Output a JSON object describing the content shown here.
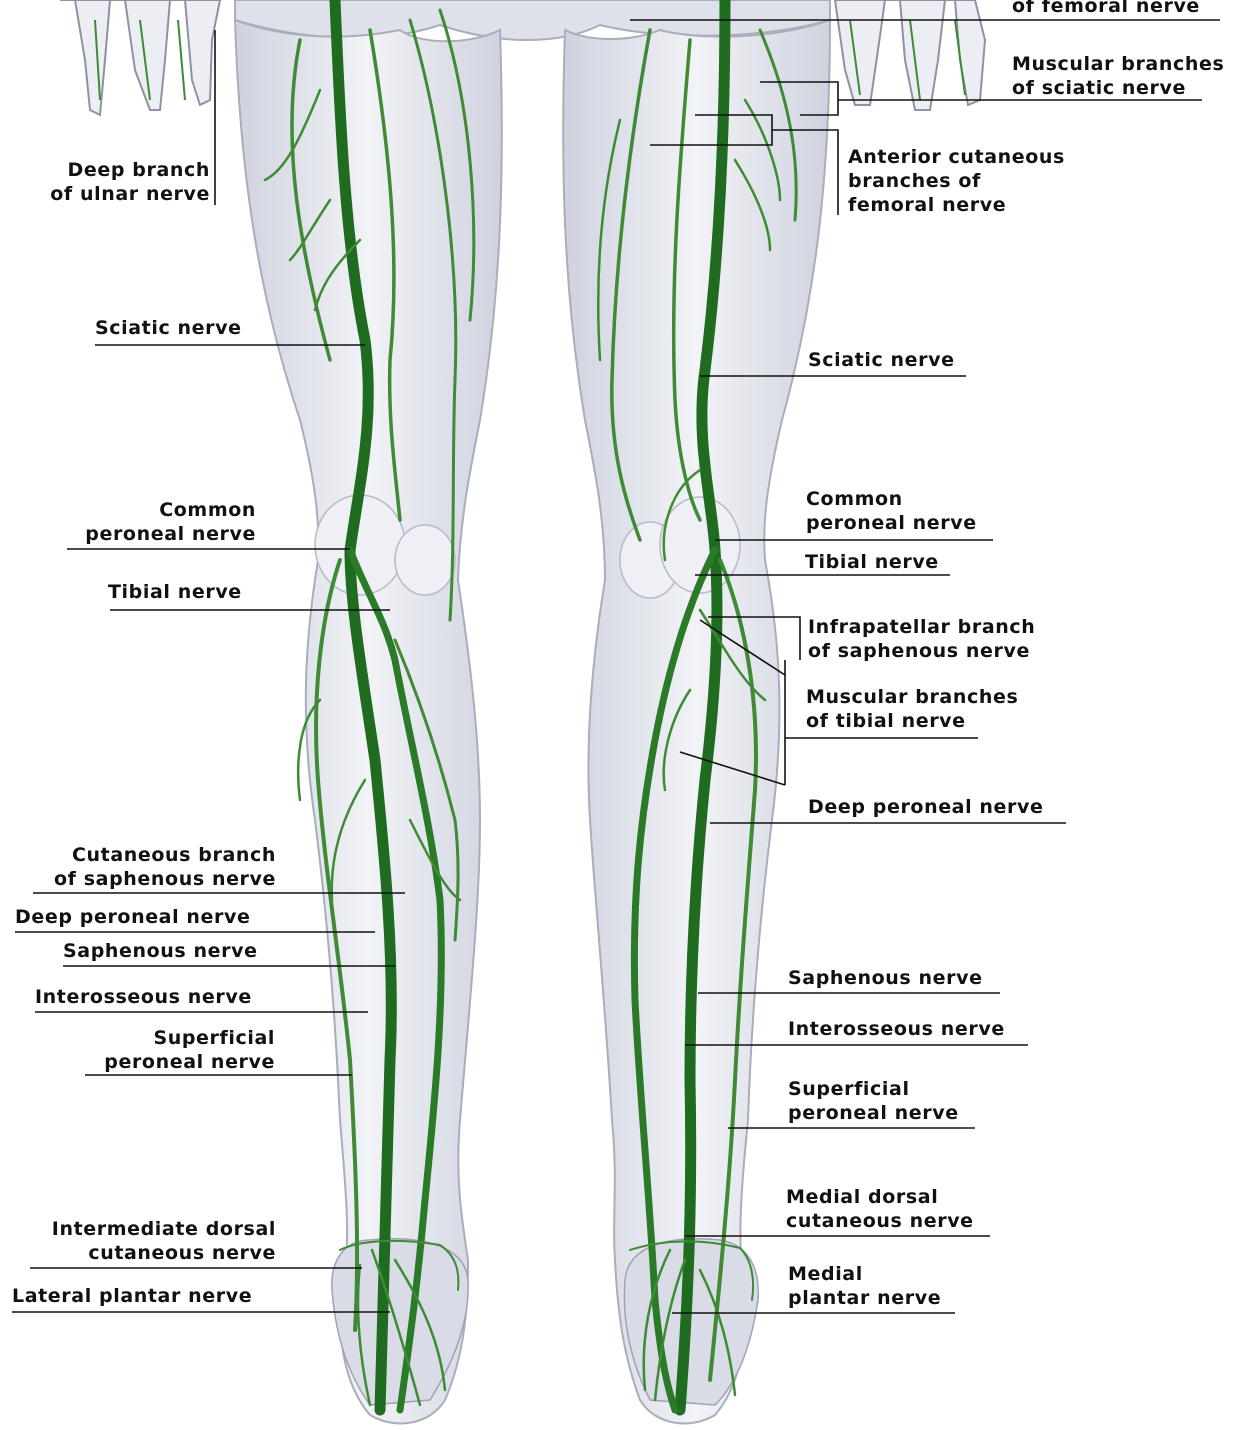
{
  "colors": {
    "background": "#ffffff",
    "body_fill": "#e4e6ee",
    "body_outline": "#a9adbc",
    "nerve_main": "#1f6b1f",
    "nerve_branch": "#3f8a35",
    "leader_line": "#111111"
  },
  "icons": [
    "hand-icon",
    "leg-silhouette",
    "nerve-tree"
  ],
  "labels": {
    "femoral_top": [
      "of femoral nerve"
    ],
    "muscular_sciatic": [
      "Muscular branches",
      "of sciatic nerve"
    ],
    "deep_ulnar": [
      "Deep branch",
      "of ulnar nerve"
    ],
    "anterior_cutaneous": [
      "Anterior cutaneous",
      "branches of",
      "femoral nerve"
    ],
    "sciatic_left": [
      "Sciatic nerve"
    ],
    "sciatic_right": [
      "Sciatic nerve"
    ],
    "common_peroneal_left": [
      "Common",
      "peroneal nerve"
    ],
    "common_peroneal_right": [
      "Common",
      "peroneal nerve"
    ],
    "tibial_left": [
      "Tibial nerve"
    ],
    "tibial_right": [
      "Tibial nerve"
    ],
    "infrapatellar": [
      "Infrapatellar branch",
      "of saphenous nerve"
    ],
    "muscular_tibial": [
      "Muscular branches",
      "of tibial nerve"
    ],
    "deep_peroneal_right": [
      "Deep peroneal nerve"
    ],
    "cutaneous_saphenous": [
      "Cutaneous branch",
      "of saphenous nerve"
    ],
    "deep_peroneal_left": [
      "Deep peroneal nerve"
    ],
    "saphenous_left": [
      "Saphenous nerve"
    ],
    "interosseous_left": [
      "Interosseous nerve"
    ],
    "superficial_peroneal_left": [
      "Superficial",
      "peroneal nerve"
    ],
    "saphenous_right": [
      "Saphenous nerve"
    ],
    "interosseous_right": [
      "Interosseous nerve"
    ],
    "superficial_peroneal_right": [
      "Superficial",
      "peroneal nerve"
    ],
    "intermediate_dorsal": [
      "Intermediate dorsal",
      "cutaneous nerve"
    ],
    "lateral_plantar": [
      "Lateral plantar nerve"
    ],
    "medial_dorsal": [
      "Medial dorsal",
      "cutaneous nerve"
    ],
    "medial_plantar": [
      "Medial",
      "plantar nerve"
    ]
  }
}
